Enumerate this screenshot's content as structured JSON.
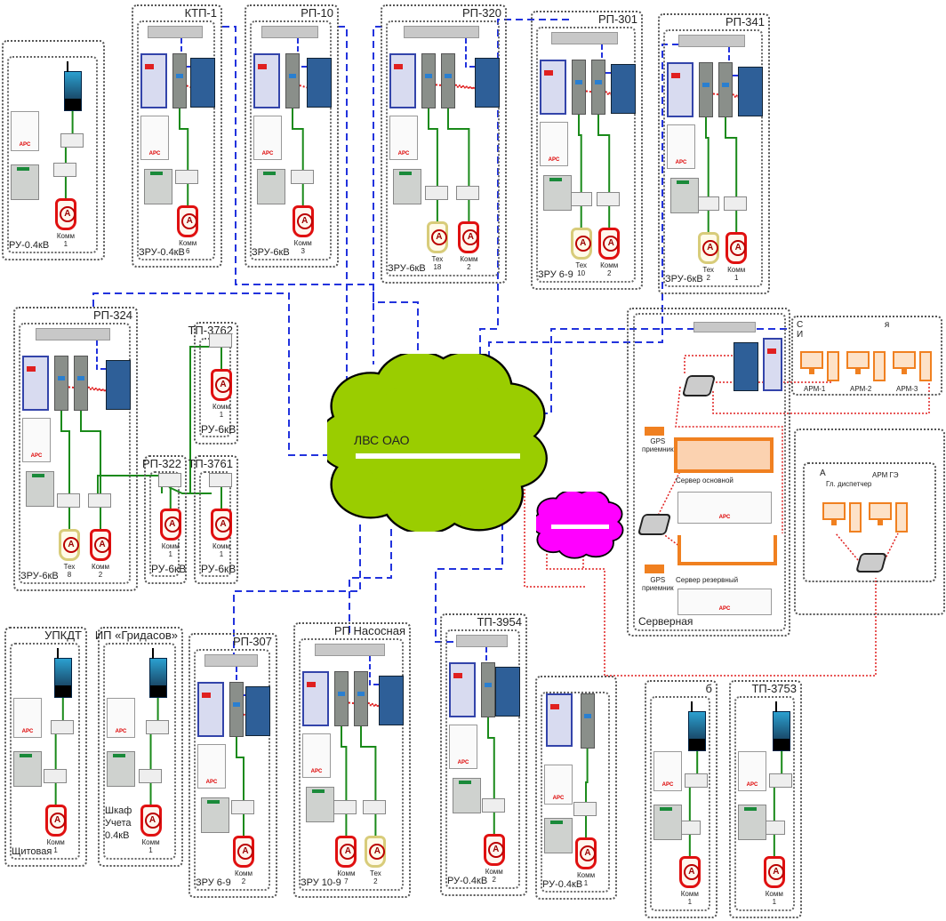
{
  "stations": [
    {
      "title": "",
      "sub": "РУ-0.4кВ",
      "kind": "modem",
      "meters": [
        {
          "type": "Комм",
          "num": "1",
          "cls": "comm"
        }
      ]
    },
    {
      "title": "КТП-1",
      "sub": "ЗРУ-0.4кВ",
      "kind": "full",
      "meters": [
        {
          "type": "Комм",
          "num": "6",
          "cls": "comm"
        }
      ]
    },
    {
      "title": "РП-10",
      "sub": "ЗРУ-6кВ",
      "kind": "full",
      "meters": [
        {
          "type": "Комм",
          "num": "3",
          "cls": "comm"
        }
      ]
    },
    {
      "title": "РП-320",
      "sub": "ЗРУ-6кВ",
      "kind": "full",
      "meters": [
        {
          "type": "Тех",
          "num": "18",
          "cls": "tech"
        },
        {
          "type": "Комм",
          "num": "2",
          "cls": "comm"
        }
      ]
    },
    {
      "title": "РП-301",
      "sub": "ЗРУ 6-9",
      "kind": "full",
      "meters": [
        {
          "type": "Тех",
          "num": "10",
          "cls": "tech"
        },
        {
          "type": "Комм",
          "num": "2",
          "cls": "comm"
        }
      ]
    },
    {
      "title": "РП-341",
      "sub": "ЗРУ-6кВ",
      "kind": "full",
      "meters": [
        {
          "type": "Тех",
          "num": "2",
          "cls": "tech"
        },
        {
          "type": "Комм",
          "num": "1",
          "cls": "comm"
        }
      ]
    },
    {
      "title": "РП-324",
      "sub": "ЗРУ-6кВ",
      "kind": "full",
      "meters": [
        {
          "type": "Тех",
          "num": "8",
          "cls": "tech"
        },
        {
          "type": "Комм",
          "num": "2",
          "cls": "comm"
        }
      ]
    },
    {
      "title": "ТП-3762",
      "sub": "РУ-6кВ",
      "kind": "meter",
      "meters": [
        {
          "type": "Комм",
          "num": "1",
          "cls": "comm"
        }
      ]
    },
    {
      "title": "РП-322",
      "sub": "РУ-6кВ",
      "kind": "meter",
      "meters": [
        {
          "type": "Комм",
          "num": "1",
          "cls": "comm"
        }
      ]
    },
    {
      "title": "ТП-3761",
      "sub": "РУ-6кВ",
      "kind": "meter",
      "meters": [
        {
          "type": "Комм",
          "num": "1",
          "cls": "comm"
        }
      ]
    },
    {
      "title": "УПКДТ",
      "sub": "Щитовая",
      "kind": "modem",
      "meters": [
        {
          "type": "Комм",
          "num": "1",
          "cls": "comm"
        }
      ]
    },
    {
      "title": "ИП «Гридасов»",
      "sub": "Шкаф\nУчета\n0.4кВ",
      "kind": "modem",
      "meters": [
        {
          "type": "Комм",
          "num": "1",
          "cls": "comm"
        }
      ]
    },
    {
      "title": "РП-307",
      "sub": "ЗРУ 6-9",
      "kind": "full",
      "meters": [
        {
          "type": "Комм",
          "num": "2",
          "cls": "comm"
        }
      ]
    },
    {
      "title": "РП Насосная",
      "sub": "ЗРУ 10-9",
      "kind": "full",
      "meters": [
        {
          "type": "Комм",
          "num": "7",
          "cls": "comm"
        },
        {
          "type": "Тех",
          "num": "2",
          "cls": "tech"
        }
      ]
    },
    {
      "title": "ТП-3954",
      "sub": "РУ-0.4кВ",
      "kind": "full",
      "meters": [
        {
          "type": "Комм",
          "num": "2",
          "cls": "comm"
        }
      ]
    },
    {
      "title": "",
      "sub": "РУ-0.4кВ",
      "kind": "single",
      "meters": [
        {
          "type": "Комм",
          "num": "1",
          "cls": "comm"
        }
      ]
    },
    {
      "title": "б",
      "sub": "",
      "kind": "modem",
      "meters": [
        {
          "type": "Комм",
          "num": "1",
          "cls": "comm"
        }
      ]
    },
    {
      "title": "ТП-3753",
      "sub": "",
      "kind": "modem",
      "meters": [
        {
          "type": "Комм",
          "num": "1",
          "cls": "comm"
        }
      ]
    }
  ],
  "cloud": {
    "label": "ЛВС ОАО",
    "color": "#9acd00"
  },
  "cloud2": {
    "color": "#ff00ff"
  },
  "server_room": {
    "label": "Серверная",
    "gps1": "GPS\nприемник",
    "gps2": "GPS\nприемник",
    "server_main": "Сервер основной",
    "server_backup": "Сервер резервный"
  },
  "arm_room": {
    "title": "С                                 я\nИ",
    "arms": [
      "АРМ-1",
      "АРМ-2",
      "АРМ-3"
    ]
  },
  "disp_room": {
    "title": "А",
    "arms": [
      "Гл. диспетчер",
      "АРМ ГЭ"
    ]
  },
  "colors": {
    "ethernet": "#2233dd",
    "rs485": "#1a8a1a",
    "lan": "#e02020"
  }
}
